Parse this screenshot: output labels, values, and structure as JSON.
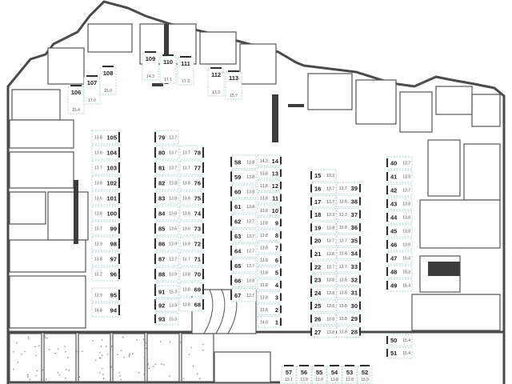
{
  "plan": {
    "spaces": [
      {
        "num": "105",
        "area": "13.8"
      },
      {
        "num": "104",
        "area": "13.8"
      },
      {
        "num": "103",
        "area": "13.7"
      },
      {
        "num": "102",
        "area": "13.8"
      },
      {
        "num": "101",
        "area": "13.6"
      },
      {
        "num": "100",
        "area": "13.8"
      },
      {
        "num": "99",
        "area": "13.7"
      },
      {
        "num": "98",
        "area": "13.9"
      },
      {
        "num": "97",
        "area": "13.8"
      },
      {
        "num": "96",
        "area": "15.2"
      },
      {
        "num": "95",
        "area": "13.9"
      },
      {
        "num": "94",
        "area": "14.8"
      },
      {
        "num": "93",
        "area": "15.3"
      },
      {
        "num": "92",
        "area": "13.9"
      },
      {
        "num": "91",
        "area": "15.3"
      },
      {
        "num": "79",
        "area": "13.7"
      },
      {
        "num": "80",
        "area": "13.7"
      },
      {
        "num": "81",
        "area": "13.7"
      },
      {
        "num": "82",
        "area": "13.8"
      },
      {
        "num": "83",
        "area": "13.8"
      },
      {
        "num": "84",
        "area": "13.8"
      },
      {
        "num": "85",
        "area": "13.6"
      },
      {
        "num": "86",
        "area": "13.9"
      },
      {
        "num": "87",
        "area": "13.7"
      },
      {
        "num": "88",
        "area": "13.9"
      },
      {
        "num": "89",
        "area": "13.8"
      },
      {
        "num": "90",
        "area": "13.8"
      },
      {
        "num": "78",
        "area": "13.7"
      },
      {
        "num": "77",
        "area": "13.7"
      },
      {
        "num": "76",
        "area": "13.8"
      },
      {
        "num": "75",
        "area": "13.8"
      },
      {
        "num": "74",
        "area": "13.8"
      },
      {
        "num": "73",
        "area": "13.6"
      },
      {
        "num": "72",
        "area": "13.9"
      },
      {
        "num": "71",
        "area": "13.7"
      },
      {
        "num": "70",
        "area": "13.8"
      },
      {
        "num": "69",
        "area": "13.8"
      },
      {
        "num": "68",
        "area": "13.8"
      },
      {
        "num": "58",
        "area": "13.8"
      },
      {
        "num": "59",
        "area": "13.8"
      },
      {
        "num": "60",
        "area": "13.8"
      },
      {
        "num": "61",
        "area": "13.8"
      },
      {
        "num": "62",
        "area": "13.7"
      },
      {
        "num": "63",
        "area": "13.7"
      },
      {
        "num": "64",
        "area": "13.7"
      },
      {
        "num": "65",
        "area": "13.7"
      },
      {
        "num": "66",
        "area": "13.8"
      },
      {
        "num": "67",
        "area": "13.7"
      },
      {
        "num": "14",
        "area": "14.3"
      },
      {
        "num": "13",
        "area": "13.8"
      },
      {
        "num": "12",
        "area": "13.8"
      },
      {
        "num": "11",
        "area": "13.8"
      },
      {
        "num": "10",
        "area": "13.8"
      },
      {
        "num": "9",
        "area": "13.8"
      },
      {
        "num": "8",
        "area": "13.8"
      },
      {
        "num": "7",
        "area": "13.8"
      },
      {
        "num": "6",
        "area": "13.8"
      },
      {
        "num": "5",
        "area": "13.8"
      },
      {
        "num": "4",
        "area": "13.8"
      },
      {
        "num": "3",
        "area": "13.8"
      },
      {
        "num": "2",
        "area": "13.8"
      },
      {
        "num": "1",
        "area": "14.0"
      },
      {
        "num": "15",
        "area": "13.3"
      },
      {
        "num": "16",
        "area": "13.7"
      },
      {
        "num": "17",
        "area": "13.7"
      },
      {
        "num": "18",
        "area": "13.3"
      },
      {
        "num": "19",
        "area": "13.8"
      },
      {
        "num": "20",
        "area": "13.7"
      },
      {
        "num": "21",
        "area": "13.8"
      },
      {
        "num": "22",
        "area": "13.7"
      },
      {
        "num": "23",
        "area": "13.8"
      },
      {
        "num": "24",
        "area": "13.8"
      },
      {
        "num": "25",
        "area": "13.8"
      },
      {
        "num": "26",
        "area": "13.8"
      },
      {
        "num": "27",
        "area": "13.8"
      },
      {
        "num": "39",
        "area": "13.7"
      },
      {
        "num": "38",
        "area": "13.8"
      },
      {
        "num": "37",
        "area": "13.3"
      },
      {
        "num": "36",
        "area": "13.8"
      },
      {
        "num": "35",
        "area": "13.7"
      },
      {
        "num": "34",
        "area": "13.8"
      },
      {
        "num": "33",
        "area": "13.7"
      },
      {
        "num": "32",
        "area": "13.8"
      },
      {
        "num": "31",
        "area": "13.8"
      },
      {
        "num": "30",
        "area": "13.8"
      },
      {
        "num": "29",
        "area": "13.8"
      },
      {
        "num": "28",
        "area": "13.8"
      },
      {
        "num": "40",
        "area": "13.7"
      },
      {
        "num": "41",
        "area": "13.3"
      },
      {
        "num": "42",
        "area": "13.7"
      },
      {
        "num": "43",
        "area": "13.8"
      },
      {
        "num": "44",
        "area": "13.8"
      },
      {
        "num": "45",
        "area": "13.8"
      },
      {
        "num": "46",
        "area": "13.8"
      },
      {
        "num": "47",
        "area": "15.4"
      },
      {
        "num": "48",
        "area": "15.3"
      },
      {
        "num": "49",
        "area": "15.4"
      },
      {
        "num": "50",
        "area": "15.4"
      },
      {
        "num": "51",
        "area": "15.4"
      },
      {
        "num": "57",
        "area": "19.1"
      },
      {
        "num": "56",
        "area": "13.8"
      },
      {
        "num": "55",
        "area": "13.8"
      },
      {
        "num": "54",
        "area": "13.8"
      },
      {
        "num": "53",
        "area": "13.8"
      },
      {
        "num": "52",
        "area": "15.9"
      },
      {
        "num": "109",
        "area": "14.3"
      },
      {
        "num": "110",
        "area": "17.1"
      },
      {
        "num": "111",
        "area": "17.3"
      },
      {
        "num": "112",
        "area": "13.3"
      },
      {
        "num": "113",
        "area": "15.7"
      },
      {
        "num": "106",
        "area": "15.4"
      },
      {
        "num": "107",
        "area": "17.0"
      },
      {
        "num": "108",
        "area": "15.0"
      }
    ]
  }
}
